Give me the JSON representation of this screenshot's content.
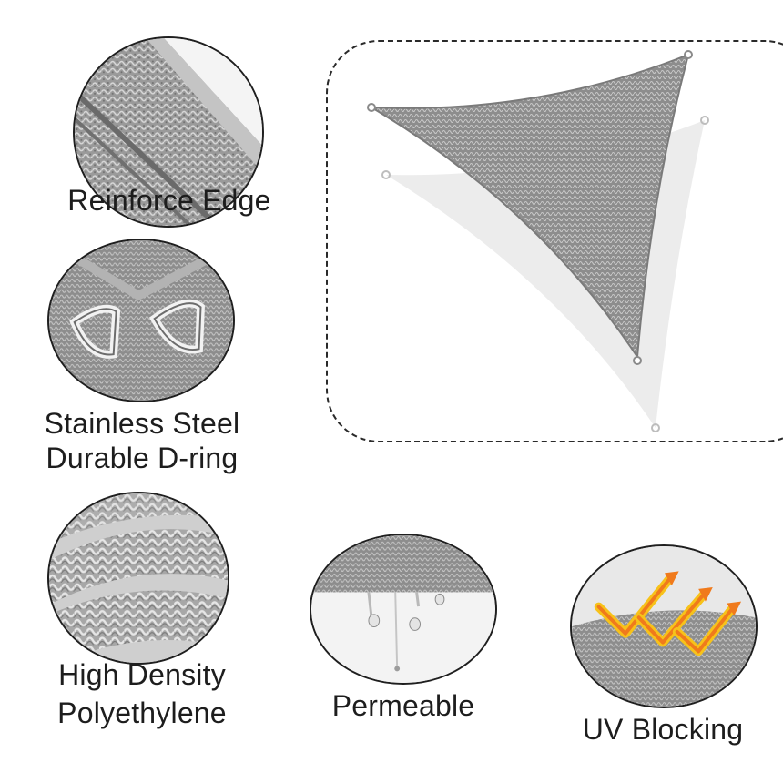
{
  "features": [
    {
      "id": "reinforce-edge",
      "label_lines": [
        "Reinforce Edge"
      ]
    },
    {
      "id": "d-ring",
      "label_lines": [
        "Stainless Steel",
        "Durable D-ring"
      ]
    },
    {
      "id": "polyethylene",
      "label_lines": [
        "High Density",
        "Polyethylene"
      ]
    },
    {
      "id": "permeable",
      "label_lines": [
        "Permeable"
      ]
    },
    {
      "id": "uv",
      "label_lines": [
        "UV Blocking"
      ]
    }
  ],
  "colors": {
    "fabric": "#8f8f8f",
    "fabric_light": "#c9c9c9",
    "shadow": "#ececec",
    "uv_orange": "#f07a1c",
    "uv_yellow": "#f7c21a"
  },
  "icons": [
    "mesh-texture",
    "d-ring-icon",
    "water-drop-icon",
    "uv-arrow-icon",
    "shade-sail-triangle"
  ]
}
